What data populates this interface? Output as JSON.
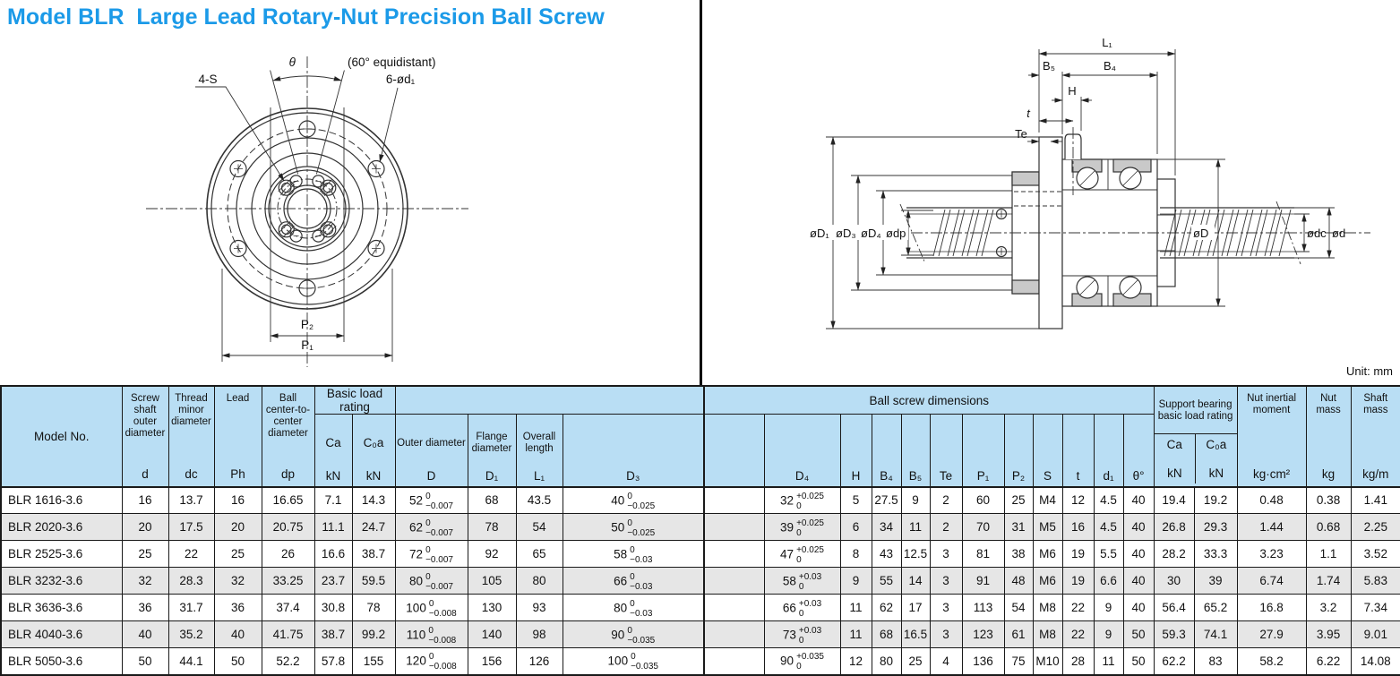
{
  "title": "Model BLR  Large Lead Rotary-Nut Precision Ball Screw",
  "unit_note": "Unit: mm",
  "colors": {
    "title": "#1b9ae8",
    "header_bg": "#b9def4",
    "row_alt": "#e6e6e6"
  },
  "front_view": {
    "theta": "θ",
    "equidistant": "(60° equidistant)",
    "bolt_holes": "6-ød₁",
    "tapped_holes": "4-S",
    "p2": "P₂",
    "p1": "P₁"
  },
  "section_view": {
    "l1": "L₁",
    "b5": "B₅",
    "b4": "B₄",
    "h": "H",
    "t": "t",
    "te": "Te",
    "dia_d1": "øD₁",
    "dia_d3": "øD₃",
    "dia_d4": "øD₄",
    "dia_dp": "ødp",
    "dia_d": "øD",
    "dia_dc": "ødc",
    "dia_d_small": "ød"
  },
  "table": {
    "header": {
      "model": "Model No.",
      "d": {
        "name": "Screw shaft outer diameter",
        "sym": "d"
      },
      "dc": {
        "name": "Thread minor diameter",
        "sym": "dc"
      },
      "ph": {
        "name": "Lead",
        "sym": "Ph"
      },
      "dp": {
        "name": "Ball center-to-center diameter",
        "sym": "dp"
      },
      "basic_load": "Basic load rating",
      "ca": {
        "name": "Ca",
        "sym": "kN"
      },
      "c0a": {
        "name": "C₀a",
        "sym": "kN"
      },
      "outer": {
        "name": "Outer diameter",
        "sym": "D"
      },
      "flange": {
        "name": "Flange diameter",
        "sym": "D₁"
      },
      "overall": {
        "name": "Overall length",
        "sym": "L₁"
      },
      "d3": "D₃",
      "ball_screw_dims": "Ball screw dimensions",
      "dims": [
        "D₄",
        "H",
        "B₄",
        "B₅",
        "Te",
        "P₁",
        "P₂",
        "S",
        "t",
        "d₁",
        "θ°"
      ],
      "support": {
        "name": "Support bearing basic load rating",
        "ca": "Ca",
        "c0a": "C₀a",
        "unit": "kN"
      },
      "nut_inertia": {
        "name": "Nut inertial moment",
        "unit": "kg·cm²"
      },
      "nut_mass": {
        "name": "Nut mass",
        "unit": "kg"
      },
      "shaft_mass": {
        "name": "Shaft mass",
        "unit": "kg/m"
      }
    },
    "rows": [
      [
        "BLR 1616-3.6",
        "16",
        "13.7",
        "16",
        "16.65",
        "7.1",
        "14.3",
        {
          "v": "52",
          "t": "0",
          "b": "−0.007"
        },
        "68",
        "43.5",
        {
          "v": "40",
          "t": "0",
          "b": "−0.025"
        },
        "",
        {
          "v": "32",
          "t": "+0.025",
          "b": "0"
        },
        "5",
        "27.5",
        "9",
        "2",
        "60",
        "25",
        "M4",
        "12",
        "4.5",
        "40",
        "19.4",
        "19.2",
        "0.48",
        "0.38",
        "1.41"
      ],
      [
        "BLR 2020-3.6",
        "20",
        "17.5",
        "20",
        "20.75",
        "11.1",
        "24.7",
        {
          "v": "62",
          "t": "0",
          "b": "−0.007"
        },
        "78",
        "54",
        {
          "v": "50",
          "t": "0",
          "b": "−0.025"
        },
        "",
        {
          "v": "39",
          "t": "+0.025",
          "b": "0"
        },
        "6",
        "34",
        "11",
        "2",
        "70",
        "31",
        "M5",
        "16",
        "4.5",
        "40",
        "26.8",
        "29.3",
        "1.44",
        "0.68",
        "2.25"
      ],
      [
        "BLR 2525-3.6",
        "25",
        "22",
        "25",
        "26",
        "16.6",
        "38.7",
        {
          "v": "72",
          "t": "0",
          "b": "−0.007"
        },
        "92",
        "65",
        {
          "v": "58",
          "t": "0",
          "b": "−0.03"
        },
        "",
        {
          "v": "47",
          "t": "+0.025",
          "b": "0"
        },
        "8",
        "43",
        "12.5",
        "3",
        "81",
        "38",
        "M6",
        "19",
        "5.5",
        "40",
        "28.2",
        "33.3",
        "3.23",
        "1.1",
        "3.52"
      ],
      [
        "BLR 3232-3.6",
        "32",
        "28.3",
        "32",
        "33.25",
        "23.7",
        "59.5",
        {
          "v": "80",
          "t": "0",
          "b": "−0.007"
        },
        "105",
        "80",
        {
          "v": "66",
          "t": "0",
          "b": "−0.03"
        },
        "",
        {
          "v": "58",
          "t": "+0.03",
          "b": "0"
        },
        "9",
        "55",
        "14",
        "3",
        "91",
        "48",
        "M6",
        "19",
        "6.6",
        "40",
        "30",
        "39",
        "6.74",
        "1.74",
        "5.83"
      ],
      [
        "BLR 3636-3.6",
        "36",
        "31.7",
        "36",
        "37.4",
        "30.8",
        "78",
        {
          "v": "100",
          "t": "0",
          "b": "−0.008"
        },
        "130",
        "93",
        {
          "v": "80",
          "t": "0",
          "b": "−0.03"
        },
        "",
        {
          "v": "66",
          "t": "+0.03",
          "b": "0"
        },
        "11",
        "62",
        "17",
        "3",
        "113",
        "54",
        "M8",
        "22",
        "9",
        "40",
        "56.4",
        "65.2",
        "16.8",
        "3.2",
        "7.34"
      ],
      [
        "BLR 4040-3.6",
        "40",
        "35.2",
        "40",
        "41.75",
        "38.7",
        "99.2",
        {
          "v": "110",
          "t": "0",
          "b": "−0.008"
        },
        "140",
        "98",
        {
          "v": "90",
          "t": "0",
          "b": "−0.035"
        },
        "",
        {
          "v": "73",
          "t": "+0.03",
          "b": "0"
        },
        "11",
        "68",
        "16.5",
        "3",
        "123",
        "61",
        "M8",
        "22",
        "9",
        "50",
        "59.3",
        "74.1",
        "27.9",
        "3.95",
        "9.01"
      ],
      [
        "BLR 5050-3.6",
        "50",
        "44.1",
        "50",
        "52.2",
        "57.8",
        "155",
        {
          "v": "120",
          "t": "0",
          "b": "−0.008"
        },
        "156",
        "126",
        {
          "v": "100",
          "t": "0",
          "b": "−0.035"
        },
        "",
        {
          "v": "90",
          "t": "+0.035",
          "b": "0"
        },
        "12",
        "80",
        "25",
        "4",
        "136",
        "75",
        "M10",
        "28",
        "11",
        "50",
        "62.2",
        "83",
        "58.2",
        "6.22",
        "14.08"
      ]
    ]
  }
}
